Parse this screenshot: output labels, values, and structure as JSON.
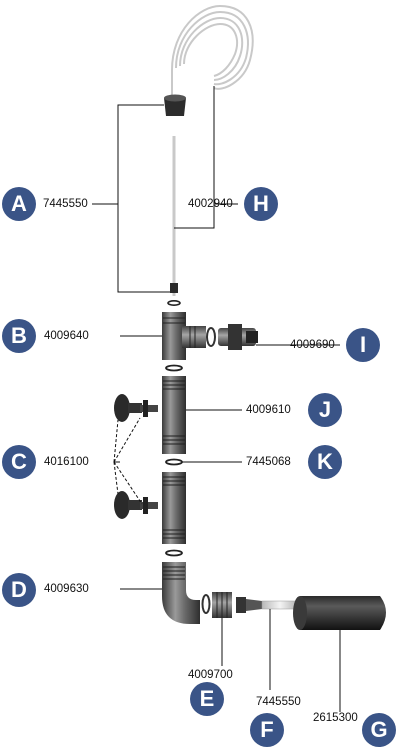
{
  "diagram": {
    "badge_color": "#3a5487",
    "callouts": [
      {
        "key": "A",
        "letter": "A",
        "part": "7445550"
      },
      {
        "key": "B",
        "letter": "B",
        "part": "4009640"
      },
      {
        "key": "C",
        "letter": "C",
        "part": "4016100"
      },
      {
        "key": "D",
        "letter": "D",
        "part": "4009630"
      },
      {
        "key": "E",
        "letter": "E",
        "part": "4009700"
      },
      {
        "key": "F",
        "letter": "F",
        "part": "7445550"
      },
      {
        "key": "G",
        "letter": "G",
        "part": "2615300"
      },
      {
        "key": "H",
        "letter": "H",
        "part": "4002940"
      },
      {
        "key": "I",
        "letter": "I",
        "part": "4009690"
      },
      {
        "key": "J",
        "letter": "J",
        "part": "4009610"
      },
      {
        "key": "K",
        "letter": "K",
        "part": "7445068"
      }
    ]
  }
}
